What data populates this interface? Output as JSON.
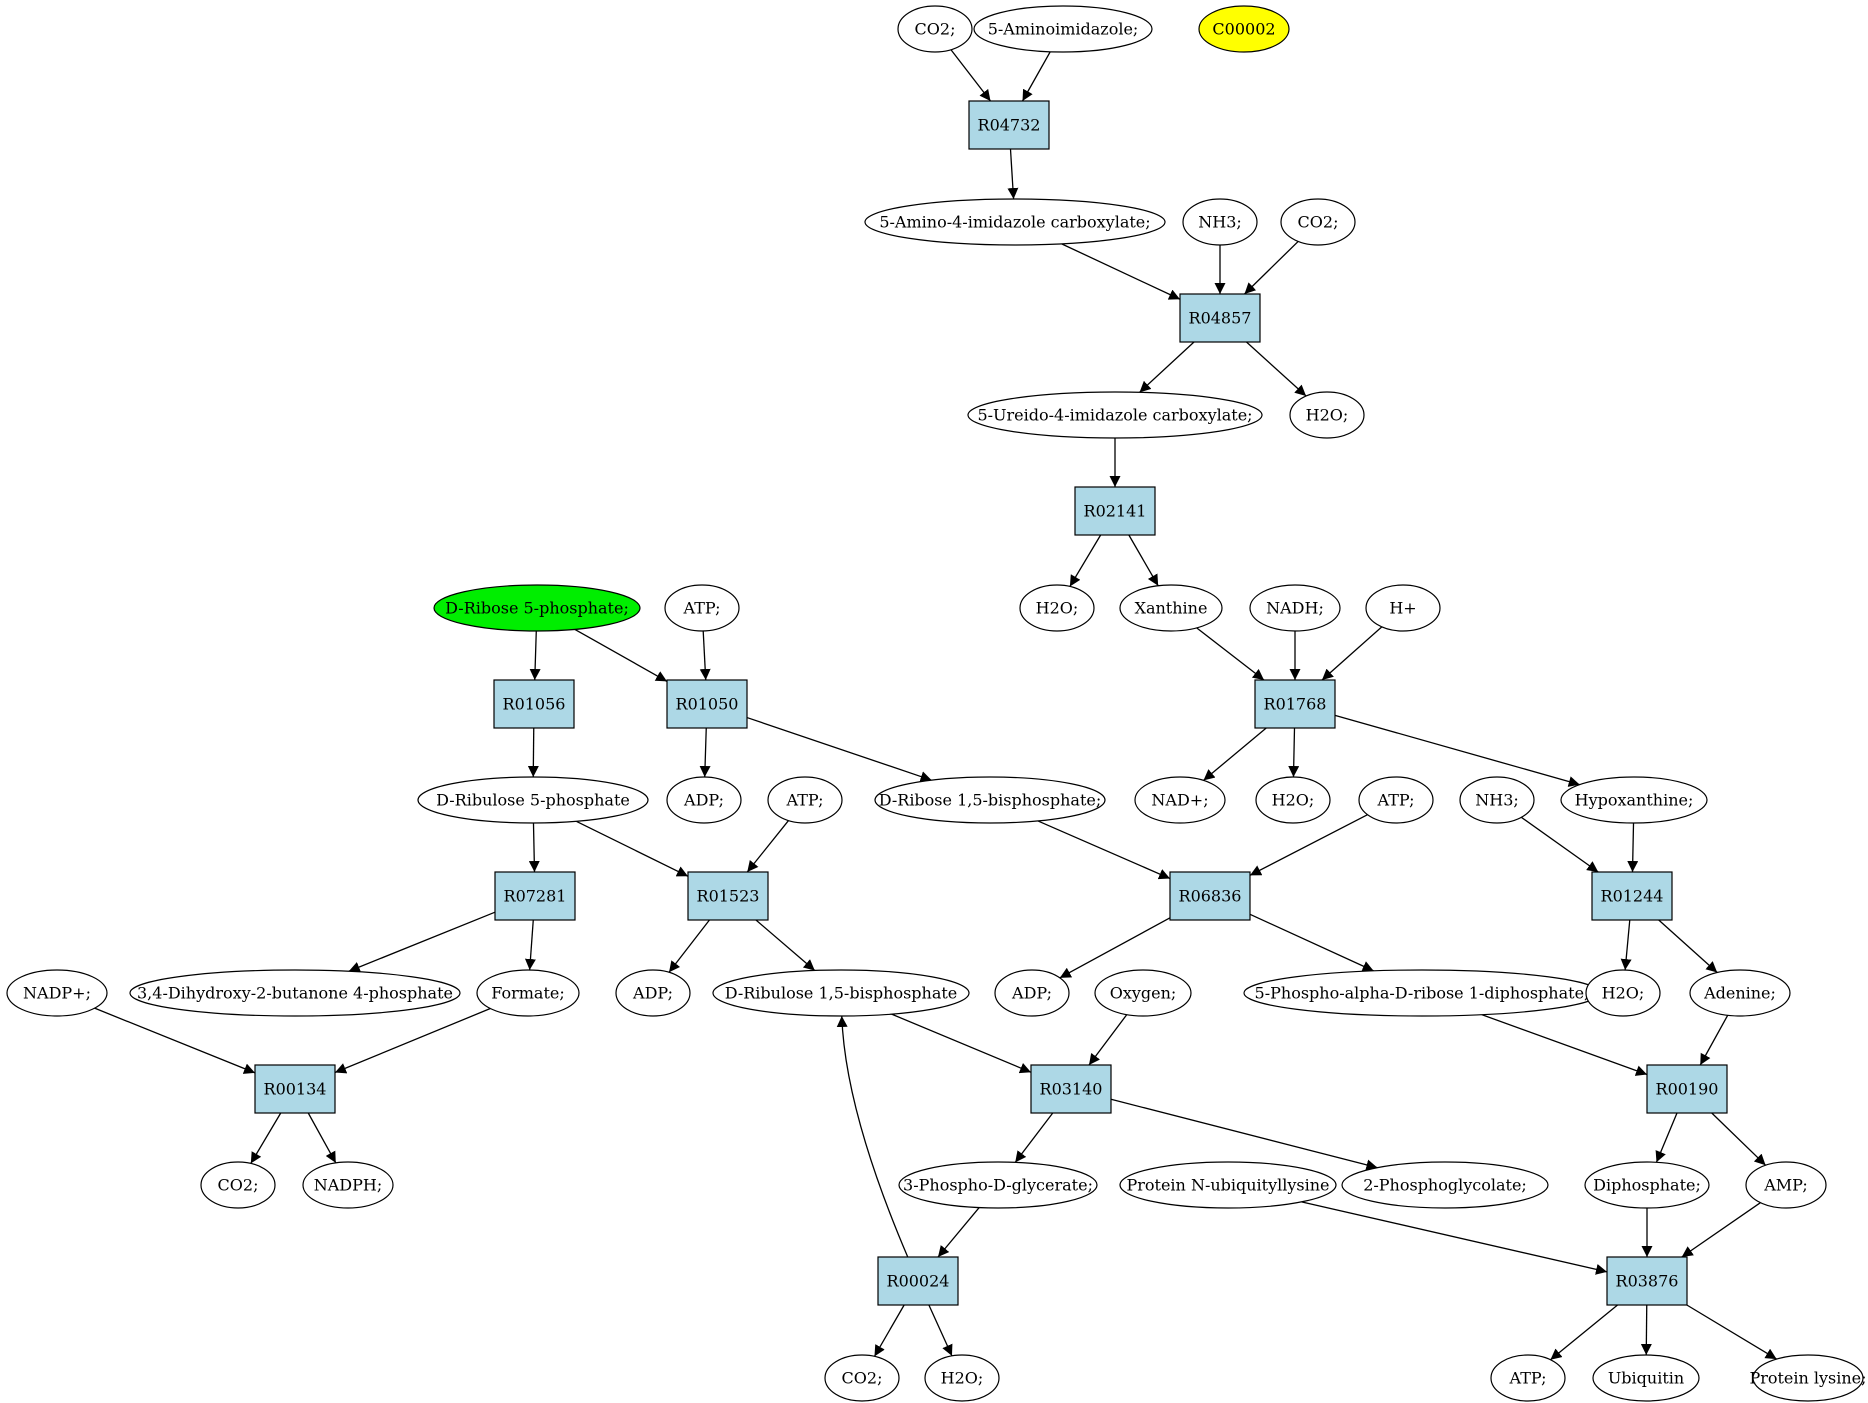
{
  "colors": {
    "reaction_fill": "#add8e6",
    "compound_fill": "#ffffff",
    "highlight_green": "#00ee00",
    "highlight_yellow": "#ffff00",
    "stroke": "#000000"
  },
  "nodes": [
    {
      "id": "c_co2_top",
      "label": "CO2;",
      "kind": "compound"
    },
    {
      "id": "c_aminoimid",
      "label": "5-Aminoimidazole;",
      "kind": "compound"
    },
    {
      "id": "c_c00002",
      "label": "C00002",
      "kind": "compound",
      "fill": "highlight_yellow"
    },
    {
      "id": "r04732",
      "label": "R04732",
      "kind": "reaction"
    },
    {
      "id": "c_aica",
      "label": "5-Amino-4-imidazole carboxylate;",
      "kind": "compound"
    },
    {
      "id": "c_nh3_a",
      "label": "NH3;",
      "kind": "compound"
    },
    {
      "id": "c_co2_b",
      "label": "CO2;",
      "kind": "compound"
    },
    {
      "id": "r04857",
      "label": "R04857",
      "kind": "reaction"
    },
    {
      "id": "c_ureido",
      "label": "5-Ureido-4-imidazole carboxylate;",
      "kind": "compound"
    },
    {
      "id": "c_h2o_a",
      "label": "H2O;",
      "kind": "compound"
    },
    {
      "id": "r02141",
      "label": "R02141",
      "kind": "reaction"
    },
    {
      "id": "c_h2o_b",
      "label": "H2O;",
      "kind": "compound"
    },
    {
      "id": "c_xanthine",
      "label": "Xanthine",
      "kind": "compound"
    },
    {
      "id": "c_nadh",
      "label": "NADH;",
      "kind": "compound"
    },
    {
      "id": "c_hplus",
      "label": "H+",
      "kind": "compound"
    },
    {
      "id": "r01768",
      "label": "R01768",
      "kind": "reaction"
    },
    {
      "id": "c_nadplus",
      "label": "NAD+;",
      "kind": "compound"
    },
    {
      "id": "c_h2o_c",
      "label": "H2O;",
      "kind": "compound"
    },
    {
      "id": "c_hypox",
      "label": "Hypoxanthine;",
      "kind": "compound"
    },
    {
      "id": "c_r5p",
      "label": "D-Ribose 5-phosphate;",
      "kind": "compound",
      "fill": "highlight_green"
    },
    {
      "id": "c_atp_a",
      "label": "ATP;",
      "kind": "compound"
    },
    {
      "id": "r01056",
      "label": "R01056",
      "kind": "reaction"
    },
    {
      "id": "r01050",
      "label": "R01050",
      "kind": "reaction"
    },
    {
      "id": "c_ru5p",
      "label": "D-Ribulose 5-phosphate",
      "kind": "compound"
    },
    {
      "id": "c_adp_a",
      "label": "ADP;",
      "kind": "compound"
    },
    {
      "id": "c_atp_b",
      "label": "ATP;",
      "kind": "compound"
    },
    {
      "id": "c_r15bp",
      "label": "D-Ribose 1,5-bisphosphate;",
      "kind": "compound"
    },
    {
      "id": "c_atp_c",
      "label": "ATP;",
      "kind": "compound"
    },
    {
      "id": "c_nh3_b",
      "label": "NH3;",
      "kind": "compound"
    },
    {
      "id": "r07281",
      "label": "R07281",
      "kind": "reaction"
    },
    {
      "id": "r01523",
      "label": "R01523",
      "kind": "reaction"
    },
    {
      "id": "r06836",
      "label": "R06836",
      "kind": "reaction"
    },
    {
      "id": "r01244",
      "label": "R01244",
      "kind": "reaction"
    },
    {
      "id": "c_nadpplus",
      "label": "NADP+;",
      "kind": "compound"
    },
    {
      "id": "c_dhbp",
      "label": "3,4-Dihydroxy-2-butanone 4-phosphate",
      "kind": "compound"
    },
    {
      "id": "c_formate",
      "label": "Formate;",
      "kind": "compound"
    },
    {
      "id": "c_adp_b",
      "label": "ADP;",
      "kind": "compound"
    },
    {
      "id": "c_rubp",
      "label": "D-Ribulose 1,5-bisphosphate",
      "kind": "compound"
    },
    {
      "id": "c_adp_c",
      "label": "ADP;",
      "kind": "compound"
    },
    {
      "id": "c_oxygen",
      "label": "Oxygen;",
      "kind": "compound"
    },
    {
      "id": "c_prpp",
      "label": "5-Phospho-alpha-D-ribose 1-diphosphate;",
      "kind": "compound"
    },
    {
      "id": "c_h2o_d",
      "label": "H2O;",
      "kind": "compound"
    },
    {
      "id": "c_adenine",
      "label": "Adenine;",
      "kind": "compound"
    },
    {
      "id": "r00134",
      "label": "R00134",
      "kind": "reaction"
    },
    {
      "id": "r03140",
      "label": "R03140",
      "kind": "reaction"
    },
    {
      "id": "r00190",
      "label": "R00190",
      "kind": "reaction"
    },
    {
      "id": "c_co2_c",
      "label": "CO2;",
      "kind": "compound"
    },
    {
      "id": "c_nadph",
      "label": "NADPH;",
      "kind": "compound"
    },
    {
      "id": "c_3pg",
      "label": "3-Phospho-D-glycerate;",
      "kind": "compound"
    },
    {
      "id": "c_protnub",
      "label": "Protein N-ubiquityllysine",
      "kind": "compound"
    },
    {
      "id": "c_2pg",
      "label": "2-Phosphoglycolate;",
      "kind": "compound"
    },
    {
      "id": "c_diphos",
      "label": "Diphosphate;",
      "kind": "compound"
    },
    {
      "id": "c_amp",
      "label": "AMP;",
      "kind": "compound"
    },
    {
      "id": "r00024",
      "label": "R00024",
      "kind": "reaction"
    },
    {
      "id": "r03876",
      "label": "R03876",
      "kind": "reaction"
    },
    {
      "id": "c_co2_d",
      "label": "CO2;",
      "kind": "compound"
    },
    {
      "id": "c_h2o_e",
      "label": "H2O;",
      "kind": "compound"
    },
    {
      "id": "c_atp_d",
      "label": "ATP;",
      "kind": "compound"
    },
    {
      "id": "c_ubiquitin",
      "label": "Ubiquitin",
      "kind": "compound"
    },
    {
      "id": "c_protlys",
      "label": "Protein lysine;",
      "kind": "compound"
    }
  ],
  "edges": [
    [
      "c_co2_top",
      "r04732"
    ],
    [
      "c_aminoimid",
      "r04732"
    ],
    [
      "r04732",
      "c_aica"
    ],
    [
      "c_aica",
      "r04857"
    ],
    [
      "c_nh3_a",
      "r04857"
    ],
    [
      "c_co2_b",
      "r04857"
    ],
    [
      "r04857",
      "c_ureido"
    ],
    [
      "r04857",
      "c_h2o_a"
    ],
    [
      "c_ureido",
      "r02141"
    ],
    [
      "r02141",
      "c_h2o_b"
    ],
    [
      "r02141",
      "c_xanthine"
    ],
    [
      "c_xanthine",
      "r01768"
    ],
    [
      "c_nadh",
      "r01768"
    ],
    [
      "c_hplus",
      "r01768"
    ],
    [
      "r01768",
      "c_nadplus"
    ],
    [
      "r01768",
      "c_h2o_c"
    ],
    [
      "r01768",
      "c_hypox"
    ],
    [
      "c_r5p",
      "r01056"
    ],
    [
      "c_r5p",
      "r01050"
    ],
    [
      "c_atp_a",
      "r01050"
    ],
    [
      "r01056",
      "c_ru5p"
    ],
    [
      "r01050",
      "c_adp_a"
    ],
    [
      "r01050",
      "c_r15bp"
    ],
    [
      "c_ru5p",
      "r07281"
    ],
    [
      "c_ru5p",
      "r01523"
    ],
    [
      "c_atp_b",
      "r01523"
    ],
    [
      "c_r15bp",
      "r06836"
    ],
    [
      "c_atp_c",
      "r06836"
    ],
    [
      "c_nh3_b",
      "r01244"
    ],
    [
      "c_hypox",
      "r01244"
    ],
    [
      "r07281",
      "c_dhbp"
    ],
    [
      "r07281",
      "c_formate"
    ],
    [
      "r01523",
      "c_adp_b"
    ],
    [
      "r01523",
      "c_rubp"
    ],
    [
      "r06836",
      "c_adp_c"
    ],
    [
      "r06836",
      "c_prpp"
    ],
    [
      "r01244",
      "c_h2o_d"
    ],
    [
      "r01244",
      "c_adenine"
    ],
    [
      "c_nadpplus",
      "r00134"
    ],
    [
      "c_formate",
      "r00134"
    ],
    [
      "c_rubp",
      "r03140"
    ],
    [
      "c_oxygen",
      "r03140"
    ],
    [
      "c_prpp",
      "r00190"
    ],
    [
      "c_adenine",
      "r00190"
    ],
    [
      "r00134",
      "c_co2_c"
    ],
    [
      "r00134",
      "c_nadph"
    ],
    [
      "r03140",
      "c_3pg"
    ],
    [
      "r03140",
      "c_2pg"
    ],
    [
      "r00190",
      "c_diphos"
    ],
    [
      "r00190",
      "c_amp"
    ],
    [
      "c_3pg",
      "r00024"
    ],
    [
      "r00024",
      "c_rubp"
    ],
    [
      "r00024",
      "c_co2_d"
    ],
    [
      "r00024",
      "c_h2o_e"
    ],
    [
      "c_protnub",
      "r03876"
    ],
    [
      "c_diphos",
      "r03876"
    ],
    [
      "c_amp",
      "r03876"
    ],
    [
      "r03876",
      "c_atp_d"
    ],
    [
      "r03876",
      "c_ubiquitin"
    ],
    [
      "r03876",
      "c_protlys"
    ]
  ]
}
